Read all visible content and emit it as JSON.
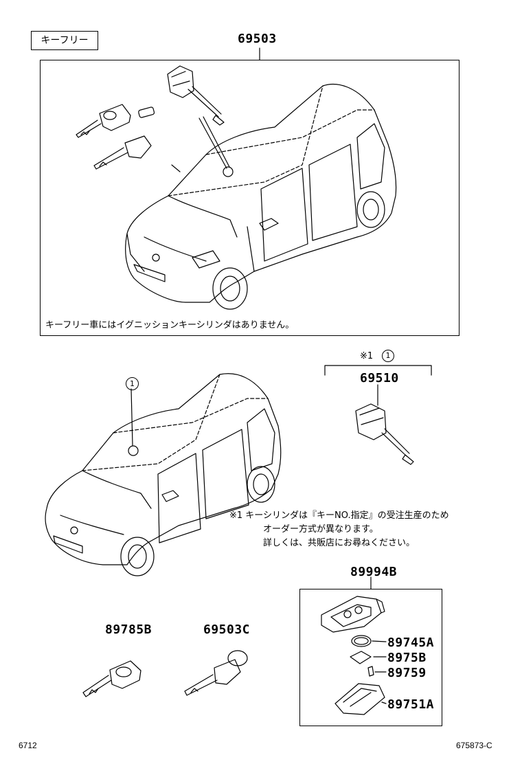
{
  "header": {
    "tag_label": "キーフリー",
    "top_part_number": "69503"
  },
  "top_note": "キーフリー車にはイグニッションキーシリンダはありません。",
  "cylinder_group": {
    "mark": "※1",
    "circle": "1",
    "part_number": "69510"
  },
  "callout_circle": "1",
  "footnote_lines": [
    "※1  キーシリンダは『キーNO.指定』の受注生産のため",
    "オーダー方式が異なります。",
    "詳しくは、共販店にお尋ねください。"
  ],
  "remote": {
    "part_number": "89994B",
    "sub_parts": [
      "89745A",
      "8975B",
      "89759",
      "89751A"
    ]
  },
  "keys": {
    "left": "89785B",
    "right": "69503C"
  },
  "footer": {
    "left": "6712",
    "right": "675873-C"
  }
}
